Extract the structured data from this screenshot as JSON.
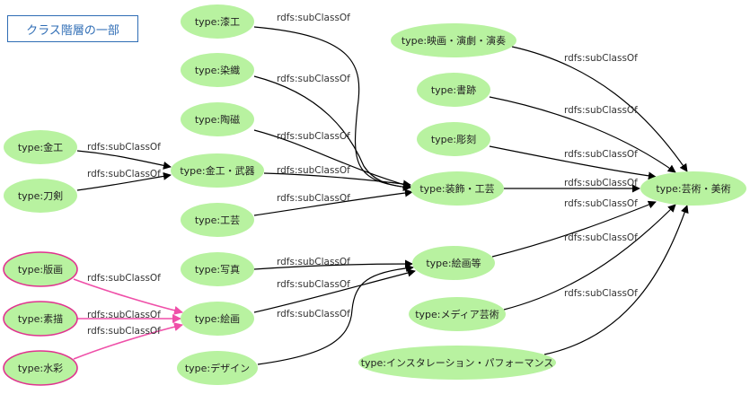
{
  "title": "クラス階層の一部",
  "colors": {
    "node_fill": "#b8f2a0",
    "node_border_highlight": "#e0338f",
    "edge": "#000000",
    "edge_highlight": "#ef4fa8",
    "title_color": "#2f6db5"
  },
  "nodes": [
    {
      "id": "urushi",
      "label": "type:漆工"
    },
    {
      "id": "senshoku",
      "label": "type:染織"
    },
    {
      "id": "toji",
      "label": "type:陶磁"
    },
    {
      "id": "kinko",
      "label": "type:金工"
    },
    {
      "id": "token",
      "label": "type:刀剣"
    },
    {
      "id": "kinko_buki",
      "label": "type:金工・武器"
    },
    {
      "id": "kogei",
      "label": "type:工芸"
    },
    {
      "id": "shashin",
      "label": "type:写真"
    },
    {
      "id": "hanga",
      "label": "type:版画",
      "highlight": true
    },
    {
      "id": "sobyo",
      "label": "type:素描",
      "highlight": true
    },
    {
      "id": "suisai",
      "label": "type:水彩",
      "highlight": true
    },
    {
      "id": "kaiga",
      "label": "type:絵画"
    },
    {
      "id": "design",
      "label": "type:デザイン"
    },
    {
      "id": "eiga",
      "label": "type:映画・演劇・演奏"
    },
    {
      "id": "shoseki",
      "label": "type:書跡"
    },
    {
      "id": "chokoku",
      "label": "type:彫刻"
    },
    {
      "id": "soshoku",
      "label": "type:装飾・工芸"
    },
    {
      "id": "kaiga_to",
      "label": "type:絵画等"
    },
    {
      "id": "media",
      "label": "type:メディア芸術"
    },
    {
      "id": "install",
      "label": "type:インスタレーション・パフォーマンス"
    },
    {
      "id": "geijutsu",
      "label": "type:芸術・美術"
    }
  ],
  "edges": [
    {
      "from": "urushi",
      "to": "soshoku",
      "label": "rdfs:subClassOf"
    },
    {
      "from": "senshoku",
      "to": "soshoku",
      "label": "rdfs:subClassOf"
    },
    {
      "from": "toji",
      "to": "soshoku",
      "label": "rdfs:subClassOf"
    },
    {
      "from": "kinko_buki",
      "to": "soshoku",
      "label": "rdfs:subClassOf"
    },
    {
      "from": "kogei",
      "to": "soshoku",
      "label": "rdfs:subClassOf"
    },
    {
      "from": "kinko",
      "to": "kinko_buki",
      "label": "rdfs:subClassOf"
    },
    {
      "from": "token",
      "to": "kinko_buki",
      "label": "rdfs:subClassOf"
    },
    {
      "from": "shashin",
      "to": "kaiga_to",
      "label": "rdfs:subClassOf"
    },
    {
      "from": "kaiga",
      "to": "kaiga_to",
      "label": "rdfs:subClassOf"
    },
    {
      "from": "design",
      "to": "kaiga_to",
      "label": "rdfs:subClassOf"
    },
    {
      "from": "hanga",
      "to": "kaiga",
      "label": "rdfs:subClassOf",
      "highlight": true
    },
    {
      "from": "sobyo",
      "to": "kaiga",
      "label": "rdfs:subClassOf",
      "highlight": true
    },
    {
      "from": "suisai",
      "to": "kaiga",
      "label": "rdfs:subClassOf",
      "highlight": true
    },
    {
      "from": "eiga",
      "to": "geijutsu",
      "label": "rdfs:subClassOf"
    },
    {
      "from": "shoseki",
      "to": "geijutsu",
      "label": "rdfs:subClassOf"
    },
    {
      "from": "chokoku",
      "to": "geijutsu",
      "label": "rdfs:subClassOf"
    },
    {
      "from": "soshoku",
      "to": "geijutsu",
      "label": "rdfs:subClassOf"
    },
    {
      "from": "kaiga_to",
      "to": "geijutsu",
      "label": "rdfs:subClassOf"
    },
    {
      "from": "media",
      "to": "geijutsu",
      "label": "rdfs:subClassOf"
    },
    {
      "from": "install",
      "to": "geijutsu",
      "label": "rdfs:subClassOf"
    }
  ]
}
